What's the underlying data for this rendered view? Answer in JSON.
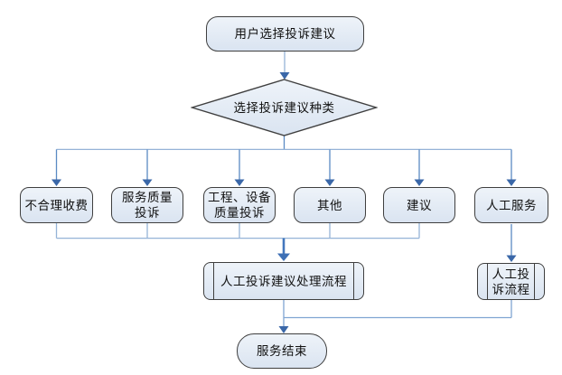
{
  "diagram": {
    "nodes": {
      "start": "用户选择投诉建议",
      "decision": "选择投诉建议种类",
      "categories": [
        "不合理收费",
        "服务质量\n投诉",
        "工程、设备\n质量投诉",
        "其他",
        "建议",
        "人工服务"
      ],
      "process_main": "人工投诉建议处理流程",
      "process_manual": "人工投\n诉流程",
      "end": "服务结束"
    },
    "colors": {
      "node_fill_top": "#eef3f9",
      "node_fill_bottom": "#dae4f1",
      "node_border": "#3f3f3f",
      "line_light": "#95b3d7",
      "line_mid": "#5b8ac4",
      "line_soft": "#7fa5d2",
      "arrow_dark": "#3a67a8"
    }
  }
}
